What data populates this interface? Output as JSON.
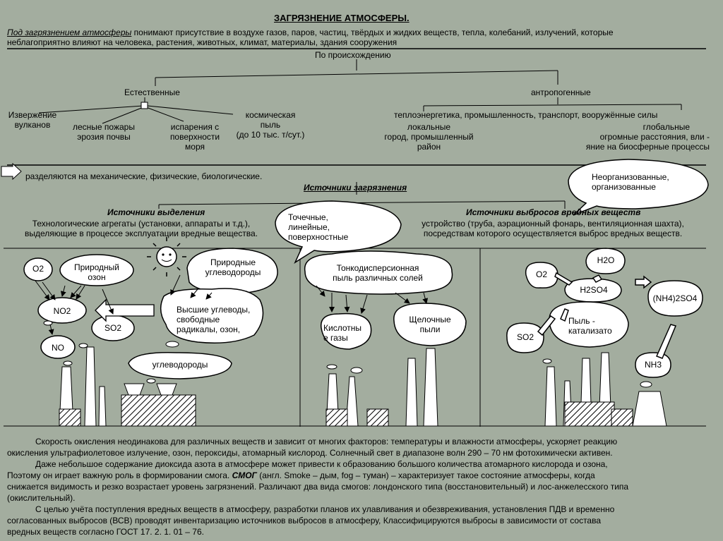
{
  "title": "ЗАГРЯЗНЕНИЕ АТМОСФЕРЫ.",
  "definition": {
    "term": "Под загрязнением атмосферы",
    "line1_rest": " понимают присутствие в воздухе газов, паров, частиц, твёрдых и жидких веществ, тепла, колебаний, излучений, которые",
    "line2": "неблагоприятно влияют на человека, растения, животных, климат, материалы, здания сооружения"
  },
  "origin": {
    "label": "По происхождению",
    "natural": {
      "label": "Естественные",
      "items": [
        {
          "line1": "Извержение",
          "line2": "вулканов",
          "line3": ""
        },
        {
          "line1": "лесные пожары",
          "line2": "эрозия почвы",
          "line3": ""
        },
        {
          "line1": "испарения с",
          "line2": "поверхности",
          "line3": "моря"
        },
        {
          "line1": "космическая",
          "line2": "пыль",
          "line3": "(до 10 тыс. т/сут.)"
        }
      ]
    },
    "anthropogenic": {
      "label": "антропогенные",
      "sources_line": "теплоэнергетика,  промышленность,  транспорт,  вооружённые силы",
      "local": {
        "line1": "локальные",
        "line2": "город, промышленный",
        "line3": "район"
      },
      "global": {
        "line1": "глобальные",
        "line2": "огромные расстояния, вли -",
        "line3": "яние на биосферные процессы"
      }
    }
  },
  "divided_text": "разделяются на механические, физические, биологические.",
  "sources": {
    "title": "Источники загрязнения",
    "release": {
      "title": "Источники выделения",
      "line1": "Технологические агрегаты (установки, аппараты и т.д.),",
      "line2": "выделяющие в процессе эксплуатации вредные вещества."
    },
    "emission": {
      "title": "Источники выбросов вредных веществ",
      "line1": "устройство (труба, аэрационный фонарь, вентиляционная шахта),",
      "line2": "посредствам которого осуществляется выброс вредных веществ."
    },
    "bubble_point": [
      "Точечные,",
      "линейные,",
      "поверхностные"
    ],
    "bubble_org": [
      "Неорганизованные,",
      "организованные"
    ]
  },
  "panel1": {
    "o2": "O2",
    "no2": "NO2",
    "so2": "SO2",
    "no": "NO",
    "natural_ozone": [
      "Природный",
      "озон"
    ],
    "natural_hc": [
      "Природные",
      "углеводороды"
    ],
    "higher_hc": [
      "Высшие углеводы,",
      "свободные",
      "радикалы, озон,"
    ],
    "hydrocarbons": "углеводороды"
  },
  "panel2": {
    "dust": [
      "Тонкодисперсионная",
      "пыль различных солей"
    ],
    "acid": [
      "Кислотны",
      "е газы"
    ],
    "alkaline": [
      "Щелочные",
      "пыли"
    ]
  },
  "panel3": {
    "o2": "O2",
    "h2o": "H2O",
    "h2so4": "H2SO4",
    "nh4so4": "(NH4)2SO4",
    "so2": "SO2",
    "dust_cat": [
      "Пыль -",
      "катализато"
    ],
    "nh3": "NH3"
  },
  "footer": {
    "p1_line1": "Скорость окисления неодинакова для различных веществ и зависит от многих факторов: температуры и влажности атмосферы, ускоряет реакцию",
    "p1_line2": "окисления ультрафиолетовое излучение, озон, пероксиды, атомарный кислород. Солнечный свет в диапазоне волн 290 – 70 нм фотохимически активен.",
    "p2_line1": "Даже небольшое  содержание диоксида азота в атмосфере может привести к образованию большого количества атомарного кислорода и озона,",
    "p2_line2_pre": "Поэтому он играет важную роль в формировании смога.",
    "p2_smog": "СМОГ",
    "p2_line2_post": " (англ. Smoke – дым, fog – туман) – характеризует такое состояние атмосферы, когда",
    "p2_line3": "снижается видимость и резко возрастает уровень загрязнений. Различают два вида смогов: лондонского типа (восстановительный) и лос-анжелесского типа",
    "p2_line4": "(окислительный).",
    "p3_line1": "С целью учёта поступления вредных веществ в атмосферу, разработки планов их улавливания и обезвреживания, установления ПДВ и временно",
    "p3_line2": "согласованных выбросов (ВСВ) проводят инвентаризацию источников выбросов в атмосферу, Классифицируются выбросы в зависимости от состава",
    "p3_line3": "вредных веществ согласно ГОСТ 17. 2. 1. 01 – 76."
  }
}
